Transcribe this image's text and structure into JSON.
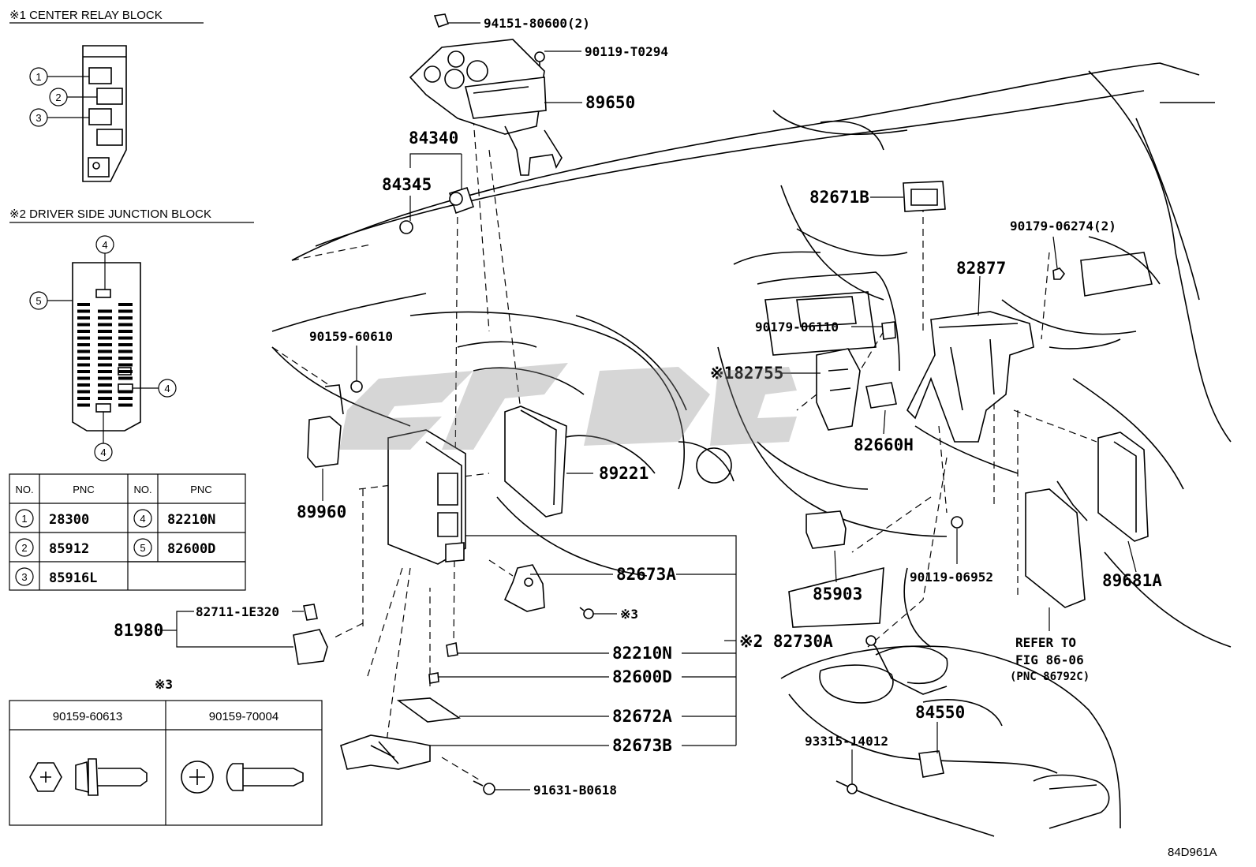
{
  "diagram_code": "84D961A",
  "legend": {
    "center_relay_block_title": "※1 CENTER RELAY BLOCK",
    "junction_block_title": "※2 DRIVER SIDE JUNCTION BLOCK",
    "relay_callouts": [
      "1",
      "2",
      "3"
    ],
    "junction_callouts": [
      "4",
      "5",
      "4",
      "4"
    ]
  },
  "pnc_table": {
    "headers": [
      "NO.",
      "PNC",
      "NO.",
      "PNC"
    ],
    "rows": [
      {
        "no1": "1",
        "pnc1": "28300",
        "no2": "4",
        "pnc2": "82210N"
      },
      {
        "no1": "2",
        "pnc1": "85912",
        "no2": "5",
        "pnc2": "82600D"
      },
      {
        "no1": "3",
        "pnc1": "85916L",
        "no2": "",
        "pnc2": ""
      }
    ]
  },
  "bolt_table": {
    "ref": "※3",
    "headers": [
      "90159-60613",
      "90159-70004"
    ]
  },
  "parts": {
    "p94151": "94151-80600(2)",
    "p90119a": "90119-T0294",
    "p89650": "89650",
    "p84340": "84340",
    "p84345": "84345",
    "p82671b": "82671B",
    "p90179a": "90179-06274(2)",
    "p82877": "82877",
    "p90179b": "90179-06110",
    "p82755": "※182755",
    "p82660h": "82660H",
    "p90159": "90159-60610",
    "p89960": "89960",
    "p89221": "89221",
    "p82673a": "82673A",
    "ref3a": "※3",
    "p82210n": "82210N",
    "p82730a": "※2 82730A",
    "p82600d": "82600D",
    "p82672a": "82672A",
    "p82673b": "82673B",
    "p91631": "91631-B0618",
    "p82711": "82711-1E320",
    "p81980": "81980",
    "p85903": "85903",
    "p90119b": "90119-06952",
    "p89681a": "89681A",
    "refer1": "REFER TO",
    "refer2": "FIG 86-06",
    "refer3": "(PNC 86792C)",
    "p84550": "84550",
    "p93315": "93315-14012"
  },
  "icons": [
    "relay-block-icon",
    "junction-block-icon",
    "hex-flange-bolt-icon",
    "phillips-screw-icon"
  ]
}
